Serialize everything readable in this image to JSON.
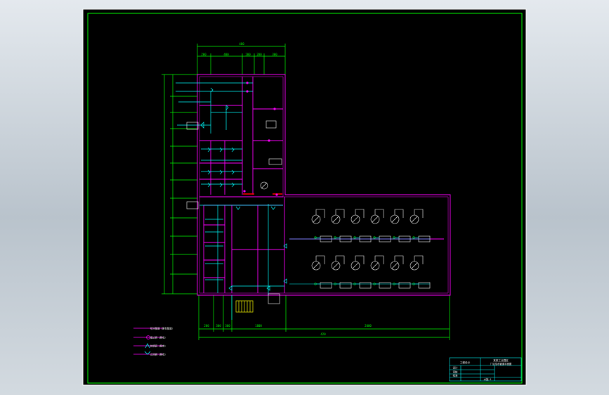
{
  "colors": {
    "background": "#000000",
    "frame": "#ffffff",
    "border_line": "#00ff00",
    "wall": "#ff00ff",
    "pipe": "#00ffff",
    "dimension": "#00ff00",
    "equipment": "#ffffff",
    "highlight": "#ff0000",
    "stair": "#ffff00"
  },
  "dimensions": {
    "top_overall": "480",
    "top_segments": [
      "200",
      "400",
      "200",
      "200",
      "300"
    ],
    "bottom_overall": "420",
    "bottom_segments": [
      "200",
      "300",
      "300",
      "1800",
      "2000"
    ]
  },
  "legend": {
    "items": [
      {
        "symbol": "line",
        "label": "给水管道（原有管道）"
      },
      {
        "symbol": "valve",
        "label": "截止阀（原有）"
      },
      {
        "symbol": "gate",
        "label": "检修阀（原有）"
      },
      {
        "symbol": "check",
        "label": "止回阀（原有）"
      }
    ]
  },
  "title_block": {
    "company": "工程设计",
    "project": "某某工业园区",
    "drawing_title": "厂区给水管道平面图",
    "rows": [
      "设计",
      "审核",
      "批准"
    ],
    "drawing_no": "水施-1"
  }
}
